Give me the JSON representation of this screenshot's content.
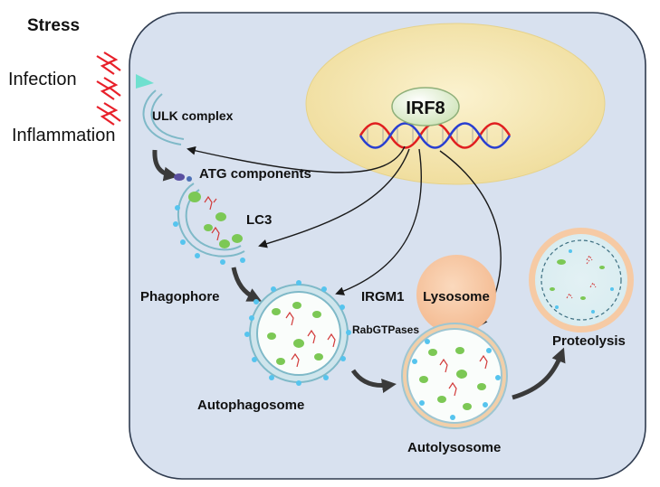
{
  "labels": {
    "stress": "Stress",
    "infection": "Infection",
    "inflammation": "Inflammation",
    "irf8": "IRF8",
    "ulk_complex": "ULK complex",
    "atg_components": "ATG components",
    "lc3": "LC3",
    "phagophore": "Phagophore",
    "irgm1": "IRGM1",
    "lysosome": "Lysosome",
    "rabgtpases": "RabGTPases",
    "autophagosome": "Autophagosome",
    "autolysosome": "Autolysosome",
    "proteolysis": "Proteolysis"
  },
  "colors": {
    "cell_fill": "#d8e1ef",
    "cell_stroke": "#2f3b4f",
    "nucleus_fill": "#f3e4ad",
    "irf8_oval": "#e4f0d8",
    "dna_red": "#e02020",
    "dna_blue": "#2a3fd0",
    "membrane": "#7fb9c8",
    "blue_dot": "#56c4ee",
    "green_blob": "#7cc855",
    "lysosome_fill": "#f8ccaa",
    "lightning": "#e8202a",
    "arrow": "#3a3a3a"
  },
  "icons": [
    "lightning-bolt-icon",
    "dna-helix-icon"
  ]
}
